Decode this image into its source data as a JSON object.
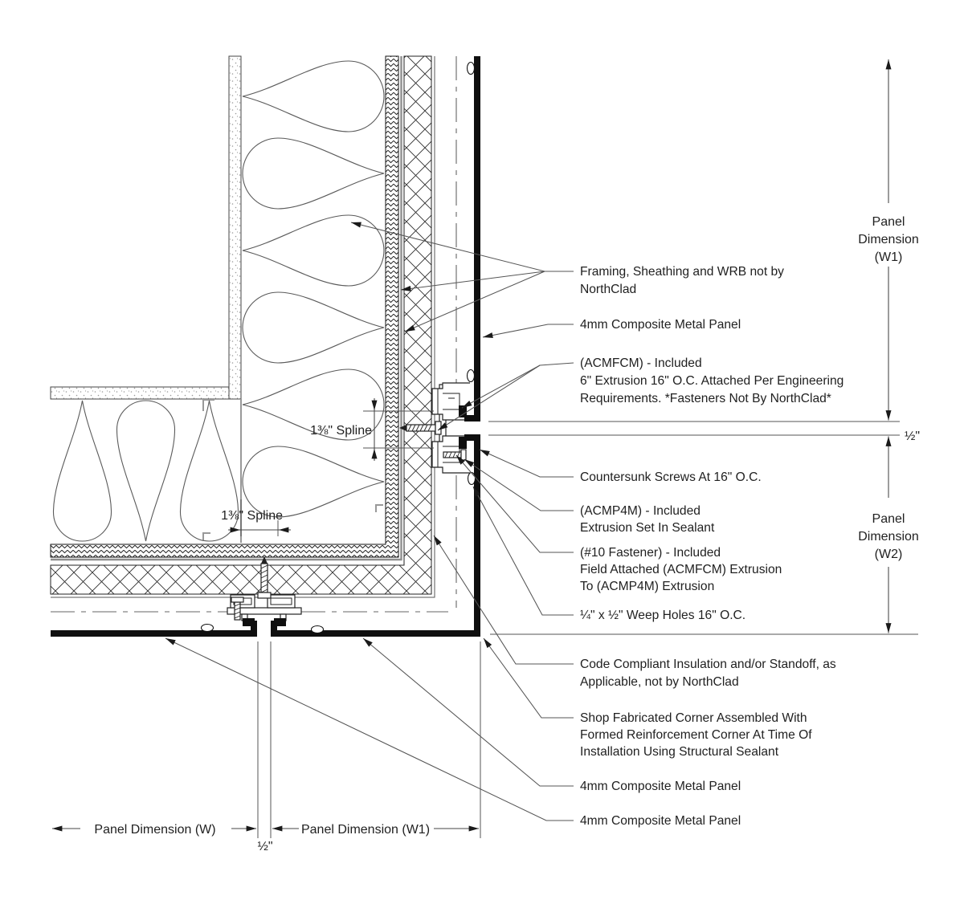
{
  "drawing": {
    "kind": "wall-section-corner-detail",
    "colors": {
      "ink": "#1a1a1a",
      "leader": "#555555",
      "panel_fill": "#0f0f0f",
      "gray_detail": "#8f8f8f",
      "background": "#ffffff"
    },
    "callouts": [
      {
        "id": "framing-sheathing-wrb",
        "lines": [
          "Framing, Sheathing and WRB not by",
          "NorthClad"
        ]
      },
      {
        "id": "composite-panel-right",
        "lines": [
          "4mm Composite Metal Panel"
        ]
      },
      {
        "id": "acmfcm-extrusion",
        "lines": [
          "(ACMFCM) - Included",
          "6\" Extrusion 16\" O.C. Attached Per Engineering",
          "Requirements. *Fasteners Not By NorthClad*"
        ]
      },
      {
        "id": "countersunk-screws",
        "lines": [
          "Countersunk Screws At 16\" O.C."
        ]
      },
      {
        "id": "acmp4m-extrusion",
        "lines": [
          "(ACMP4M) - Included",
          "Extrusion Set In Sealant"
        ]
      },
      {
        "id": "number10-fastener",
        "lines": [
          "(#10 Fastener) - Included",
          "Field Attached (ACMFCM) Extrusion",
          "To (ACMP4M) Extrusion"
        ]
      },
      {
        "id": "weep-holes",
        "lines": [
          "¼\" x ½\" Weep Holes 16\" O.C."
        ]
      },
      {
        "id": "code-compliant-insulation",
        "lines": [
          "Code Compliant Insulation and/or Standoff, as",
          "Applicable, not by NorthClad"
        ]
      },
      {
        "id": "shop-fabricated-corner",
        "lines": [
          "Shop Fabricated Corner Assembled With",
          "Formed Reinforcement Corner At Time Of",
          "Installation Using Structural Sealant"
        ]
      },
      {
        "id": "composite-panel-bottom-right",
        "lines": [
          "4mm Composite Metal Panel"
        ]
      },
      {
        "id": "composite-panel-bottom-left",
        "lines": [
          "4mm Composite Metal Panel"
        ]
      }
    ],
    "dimensions": {
      "right_w1": [
        "Panel",
        "Dimension",
        "(W1)"
      ],
      "right_half": "½\"",
      "right_w2": [
        "Panel",
        "Dimension",
        "(W2)"
      ],
      "bottom_w": "Panel Dimension (W)",
      "bottom_half": "½\"",
      "bottom_w1": "Panel Dimension (W1)",
      "spline_right": "1⅜\" Spline",
      "spline_bottom": "1⅜\" Spline"
    }
  }
}
